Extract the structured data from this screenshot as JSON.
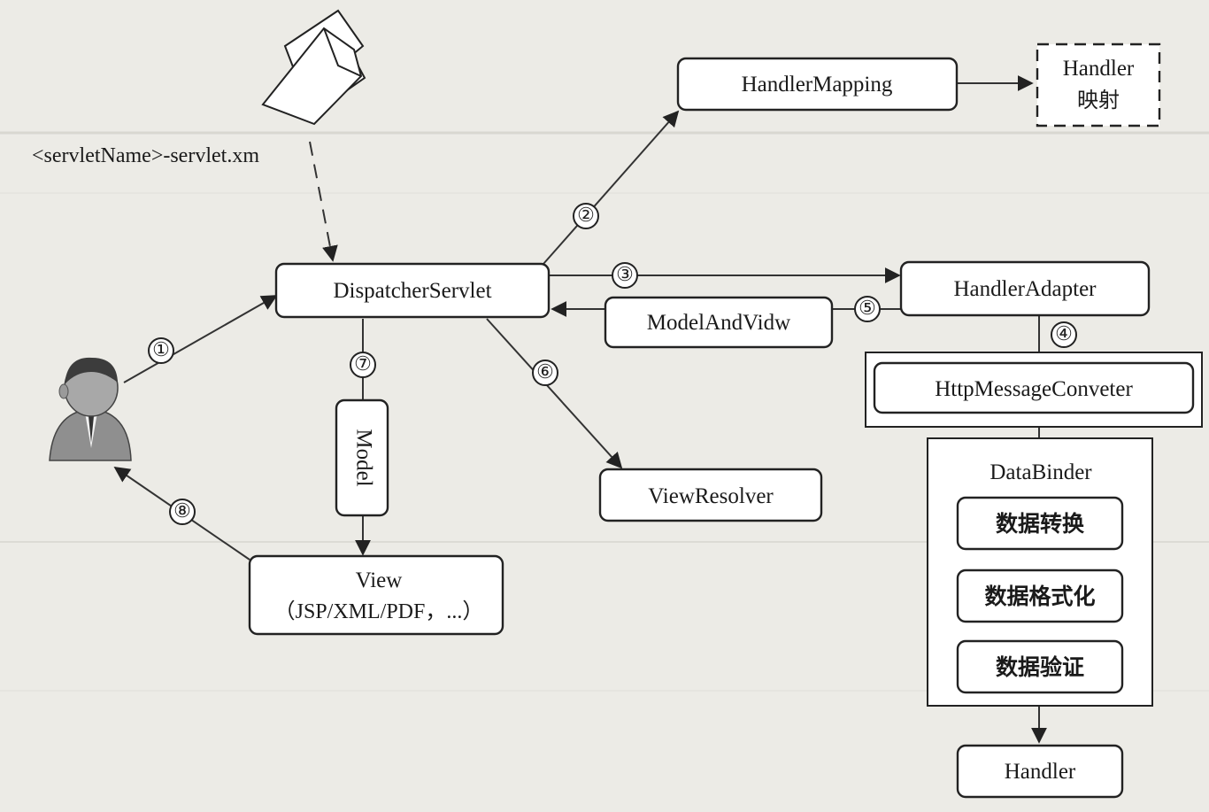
{
  "diagram": {
    "config_file_label": "<servletName>-servlet.xm",
    "nodes": {
      "handler_mapping": "HandlerMapping",
      "handler_mapping_result_line1": "Handler",
      "handler_mapping_result_line2": "映射",
      "dispatcher_servlet": "DispatcherServlet",
      "handler_adapter": "HandlerAdapter",
      "model_and_view": "ModelAndVidw",
      "http_message_converter": "HttpMessageConveter",
      "data_binder": "DataBinder",
      "data_conversion": "数据转换",
      "data_formatting": "数据格式化",
      "data_validation": "数据验证",
      "handler": "Handler",
      "view_resolver": "ViewResolver",
      "model": "Model",
      "view_line1": "View",
      "view_line2": "（JSP/XML/PDF，...）"
    },
    "steps": [
      "①",
      "②",
      "③",
      "④",
      "⑤",
      "⑥",
      "⑦",
      "⑧"
    ]
  }
}
